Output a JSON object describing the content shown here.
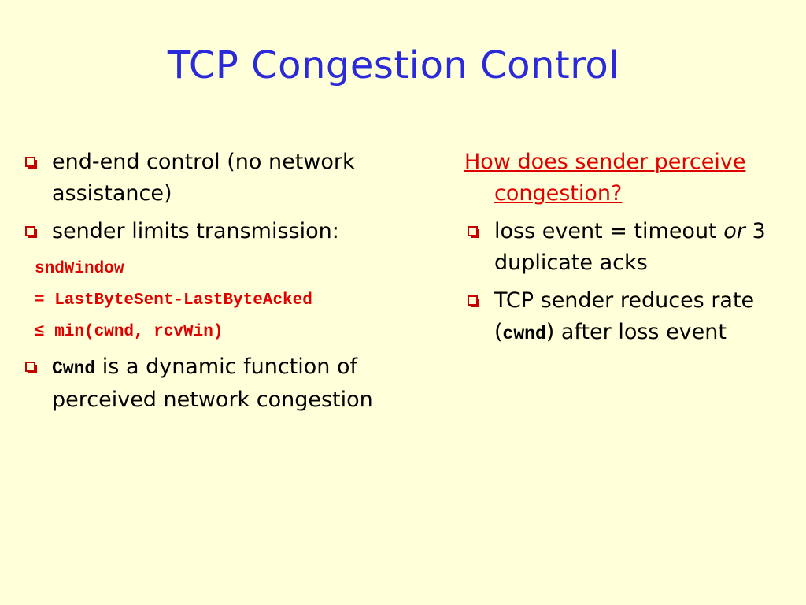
{
  "slide": {
    "title": "TCP Congestion Control",
    "left": {
      "bullet1": "end-end control (no network assistance)",
      "bullet2": "sender limits transmission:",
      "code1": "sndWindow",
      "code2": "= LastByteSent-LastByteAcked",
      "code3_symbol": "≤",
      "code3_rest": " min(cwnd, rcvWin)",
      "bullet3_code": "Cwnd",
      "bullet3_text": " is a dynamic function of perceived network congestion"
    },
    "right": {
      "question": "How does  sender perceive congestion?",
      "bullet1_text": "loss event = timeout ",
      "bullet1_italic": "or",
      "bullet1_rest": " 3 duplicate acks",
      "bullet2_pre": "TCP sender reduces rate (",
      "bullet2_code": "cwnd",
      "bullet2_post": ") after loss event"
    }
  },
  "colors": {
    "background": "#ffffd9",
    "title": "#2a2adb",
    "accent_red": "#e00000"
  },
  "icons": {
    "bullet": "red-hollow-square-icon"
  }
}
